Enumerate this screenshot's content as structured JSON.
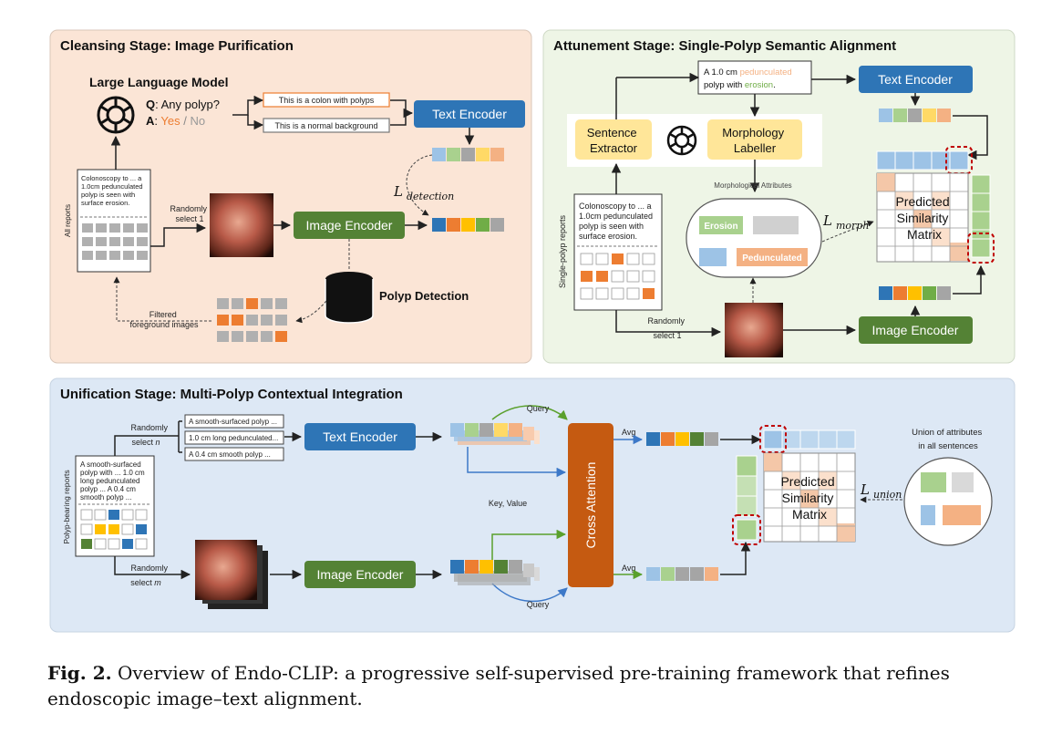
{
  "cleansing": {
    "title": "Cleansing Stage: Image Purification",
    "llm_title": "Large Language Model",
    "q_prefix": "Q",
    "q_text": ": Any polyp?",
    "a_prefix": "A",
    "a_sep": ":",
    "a_yes": "Yes",
    "a_slash": " / ",
    "a_no": "No",
    "option_polyp": "This is a colon with polyps",
    "option_normal": "This is a normal background",
    "text_encoder": "Text Encoder",
    "image_encoder": "Image Encoder",
    "report_lines": [
      "Colonoscopy to ... a",
      "1.0cm pedunculated",
      "polyp is seen with",
      "surface erosion."
    ],
    "all_reports": "All reports",
    "randomly_select": [
      "Randomly",
      "select 1"
    ],
    "loss_symbol": "L",
    "loss_sub": "detection",
    "polyp_detection": "Polyp Detection",
    "filtered": [
      "Filtered",
      "foreground images"
    ]
  },
  "attunement": {
    "title": "Attunement Stage: Single-Polyp Semantic Alignment",
    "sentence_prefix": "A 1.0 cm ",
    "sentence_ped": "pedunculated",
    "sentence_line2_prefix": "polyp with ",
    "sentence_erosion": "erosion",
    "sentence_end": ".",
    "text_encoder": "Text Encoder",
    "sentence_extractor": [
      "Sentence",
      "Extractor"
    ],
    "morphology_labeller": [
      "Morphology",
      "Labeller"
    ],
    "morph_attributes": "Morphological Attributes",
    "erosion": "Erosion",
    "pedunculated": "Pedunculated",
    "loss_symbol": "L",
    "loss_sub": "morph",
    "matrix_label": [
      "Predicted",
      "Similarity",
      "Matrix"
    ],
    "report_lines": [
      "Colonoscopy to ... a",
      "1.0cm pedunculated",
      "polyp is seen with",
      "surface erosion."
    ],
    "single_reports": "Single-polyp reports",
    "randomly_select": [
      "Randomly",
      "select 1"
    ],
    "image_encoder": "Image Encoder"
  },
  "unification": {
    "title": "Unification Stage: Multi-Polyp Contextual Integration",
    "randomly_select_n": [
      "Randomly",
      "select "
    ],
    "n": "n",
    "m": "m",
    "sentences": [
      "A smooth-surfaced polyp ...",
      "1.0 cm long pedunculated...",
      "A 0.4 cm smooth polyp ..."
    ],
    "text_encoder": "Text Encoder",
    "report_lines": [
      "A smooth-surfaced",
      "polyp with ... 1.0 cm",
      "long pedunculated",
      "polyp ... A 0.4 cm",
      "smooth polyp ..."
    ],
    "polyp_reports": "Polyp-bearing reports",
    "query_top": "Query",
    "query_bottom": "Query",
    "key_value": "Key, Value",
    "cross_attention": "Cross Attention",
    "avg_top": "Avg",
    "avg_bottom": "Avg",
    "image_encoder": "Image Encoder",
    "matrix_label": [
      "Predicted",
      "Similarity",
      "Matrix"
    ],
    "loss_symbol": "L",
    "loss_sub": "union",
    "union_label": [
      "Union of attributes",
      "in all sentences"
    ]
  },
  "caption": {
    "label": "Fig. 2.",
    "text": " Overview of Endo-CLIP: a progressive self-supervised pre-training framework that refines endoscopic image–text alignment."
  },
  "colors": {
    "cleansing_bg": "#fbe5d6",
    "attunement_bg": "#eef5e6",
    "unification_bg": "#dde8f5",
    "encoder_blue": "#2e75b6",
    "encoder_green": "#548235",
    "yellow_box": "#ffe699",
    "cross_attention": "#c55a11",
    "dashed_red": "#c00000"
  }
}
